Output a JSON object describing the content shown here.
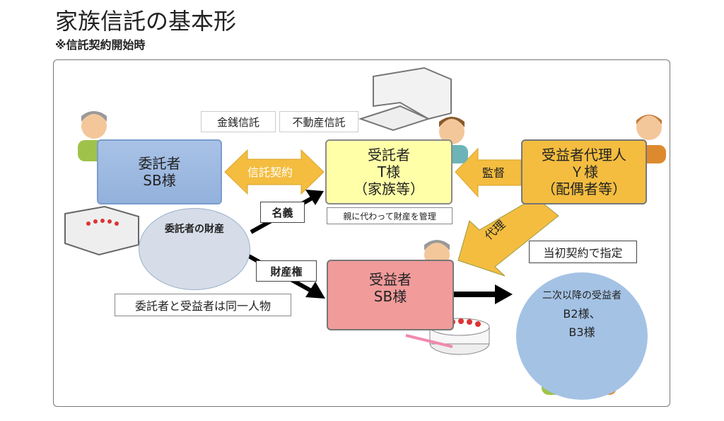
{
  "header": {
    "title": "家族信託の基本形",
    "subtitle": "※信託契約開始時"
  },
  "settlor": {
    "role": "委託者",
    "name": "SB様"
  },
  "trustee": {
    "role": "受託者",
    "name": "T様",
    "note": "（家族等）"
  },
  "agent": {
    "role": "受益者代理人",
    "name": "Ｙ様",
    "note": "（配偶者等）"
  },
  "beneficiary": {
    "role": "受益者",
    "name": "SB様"
  },
  "trust_types": [
    "金銭信託",
    "不動産信託"
  ],
  "trustee_description": "親に代わって財産を管理",
  "property": {
    "title": "委託者の財産"
  },
  "arrows": {
    "contract": "信託契約",
    "supervise": "監督",
    "proxy": "代理",
    "nominal": "名義",
    "property_right": "財産権"
  },
  "same_person_note": "委託者と受益者は同一人物",
  "designated_note": "当初契約で指定",
  "next_beneficiaries": {
    "title": "二次以降の受益者",
    "line1": "B2様、",
    "line2": "B3様"
  },
  "colors": {
    "settlor_box": "#9bb7de",
    "trustee_box": "#ffffa8",
    "agent_box": "#f4bd40",
    "beneficiary_box": "#f19b9b",
    "arrow_orange": "#f4bd40",
    "next_ellipse": "#a4c2e4"
  }
}
